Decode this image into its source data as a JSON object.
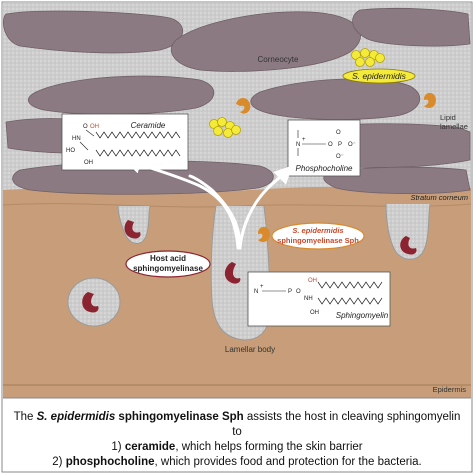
{
  "labels": {
    "corneocyte": "Corneocyte",
    "lipid_lamellae_1": "Lipid",
    "lipid_lamellae_2": "lamellae",
    "stratum_corneum": "Stratum corneum",
    "lamellar_body": "Lamellar body",
    "epidermis": "Epidermis",
    "s_epidermidis": "S. epidermidis",
    "ceramide": "Ceramide",
    "phosphocholine": "Phosphocholine",
    "sphingomyelin": "Sphingomyelin",
    "host_enzyme_1": "Host acid",
    "host_enzyme_2": "sphingomyelinase",
    "sph_1": "S. epidermidis",
    "sph_2": "sphingomyelinase Sph"
  },
  "chem": {
    "oh": "OH",
    "ho": "HO",
    "o": "O",
    "nh": "NH",
    "hn": "HN",
    "p": "P",
    "n_plus": "N",
    "plus": "+",
    "o_minus": "O⁻",
    "oh2": "OH"
  },
  "caption": {
    "line1_pre": "The ",
    "line1_species": "S. epidermidis",
    "line1_enzyme": " sphingomyelinase Sph",
    "line1_post": " assists the host in cleaving sphingomyelin to",
    "line2_pre": "1) ",
    "line2_term": "ceramide",
    "line2_post": ", which helps forming the skin barrier",
    "line3_pre": "2) ",
    "line3_term": "phosphocholine",
    "line3_post": ", which provides food and protection for the bacteria."
  },
  "colors": {
    "lipid_gray": "#c9c9c9",
    "corneocyte": "#8a7880",
    "epidermis_tan": "#c9a27e",
    "border_gray": "#9a9a9a",
    "bacteria_yellow": "#f3ea3a",
    "sph_orange": "#d98a2b",
    "host_enzyme_red": "#8b2430",
    "arrow_white": "#ffffff"
  }
}
